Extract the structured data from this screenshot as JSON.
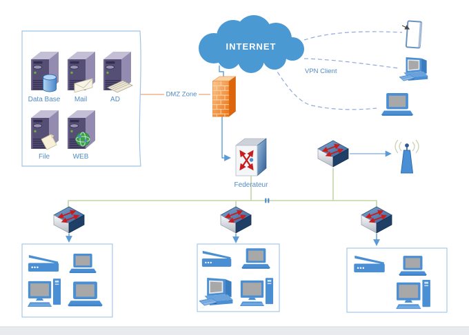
{
  "labels": {
    "internet": "INTERNET",
    "vpn_client": "VPN Client",
    "dmz_zone": "DMZ Zone",
    "federateur": "Federateur"
  },
  "server_group": {
    "servers": [
      {
        "label": "Data Base",
        "icon": "database-icon"
      },
      {
        "label": "Mail",
        "icon": "mail-envelope-icon"
      },
      {
        "label": "AD",
        "icon": "keyboard-icon"
      },
      {
        "label": "File",
        "icon": "file-page-icon"
      },
      {
        "label": "WEB",
        "icon": "globe-icon"
      }
    ]
  },
  "network": {
    "core_devices": [
      "internet-cloud",
      "firewall",
      "federateur-router",
      "distribution-switch",
      "wireless-antenna"
    ],
    "vpn_devices": [
      "tablet",
      "desktop-computer",
      "laptop"
    ],
    "lan_groups": [
      {
        "name": "left-lan",
        "devices": [
          "scanner",
          "laptop",
          "desktop-computer",
          "laptop"
        ]
      },
      {
        "name": "center-lan",
        "devices": [
          "scanner",
          "laptop",
          "desktop-computer-3d",
          "desktop-computer"
        ]
      },
      {
        "name": "right-lan",
        "devices": [
          "scanner",
          "laptop",
          "desktop-computer"
        ]
      }
    ]
  },
  "colors": {
    "device_blue": "#4a8fd4",
    "cloud_blue": "#4a99d3",
    "label_blue": "#4f8ac6",
    "connector_blue": "#5b9bd5",
    "connector_green": "#c2d6a4",
    "connector_orange": "#eda079",
    "dashed_vpn_blue": "#8faadc",
    "firewall_orange": "#ee7210",
    "server_purple": "#554e75",
    "screen_gray": "#a8a8a8"
  }
}
